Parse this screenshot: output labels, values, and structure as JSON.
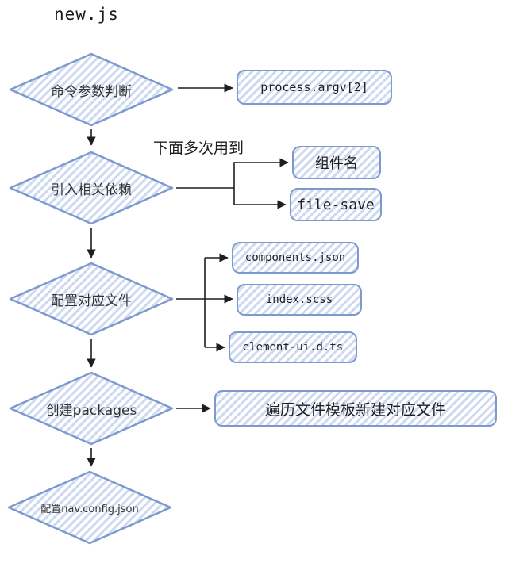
{
  "title": "new.js",
  "colors": {
    "shape_stroke": "#7d99ce",
    "hatch_fill": "#cdd9f1",
    "connector": "#1e1e1e"
  },
  "annotations": {
    "reuse_note": "下面多次用到"
  },
  "nodes": {
    "decision_args": "命令参数判断",
    "decision_deps": "引入相关依赖",
    "decision_config": "配置对应文件",
    "decision_packages": "创建packages",
    "decision_nav": "配置nav.config.json",
    "box_process_argv": "process.argv[2]",
    "box_component_name": "组件名",
    "box_file_save": "file-save",
    "box_components_json": "components.json",
    "box_index_scss": "index.scss",
    "box_element_ui": "element-ui.d.ts",
    "box_traverse_templates": "遍历文件模板新建对应文件"
  }
}
